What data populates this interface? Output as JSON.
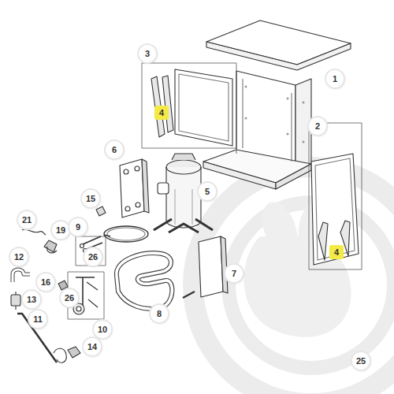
{
  "diagram": {
    "labels": [
      "1",
      "3",
      "2",
      "4",
      "6",
      "5",
      "15",
      "21",
      "19",
      "9",
      "26",
      "12",
      "7",
      "16",
      "4",
      "13",
      "8",
      "11",
      "26",
      "10",
      "14",
      "25"
    ]
  }
}
